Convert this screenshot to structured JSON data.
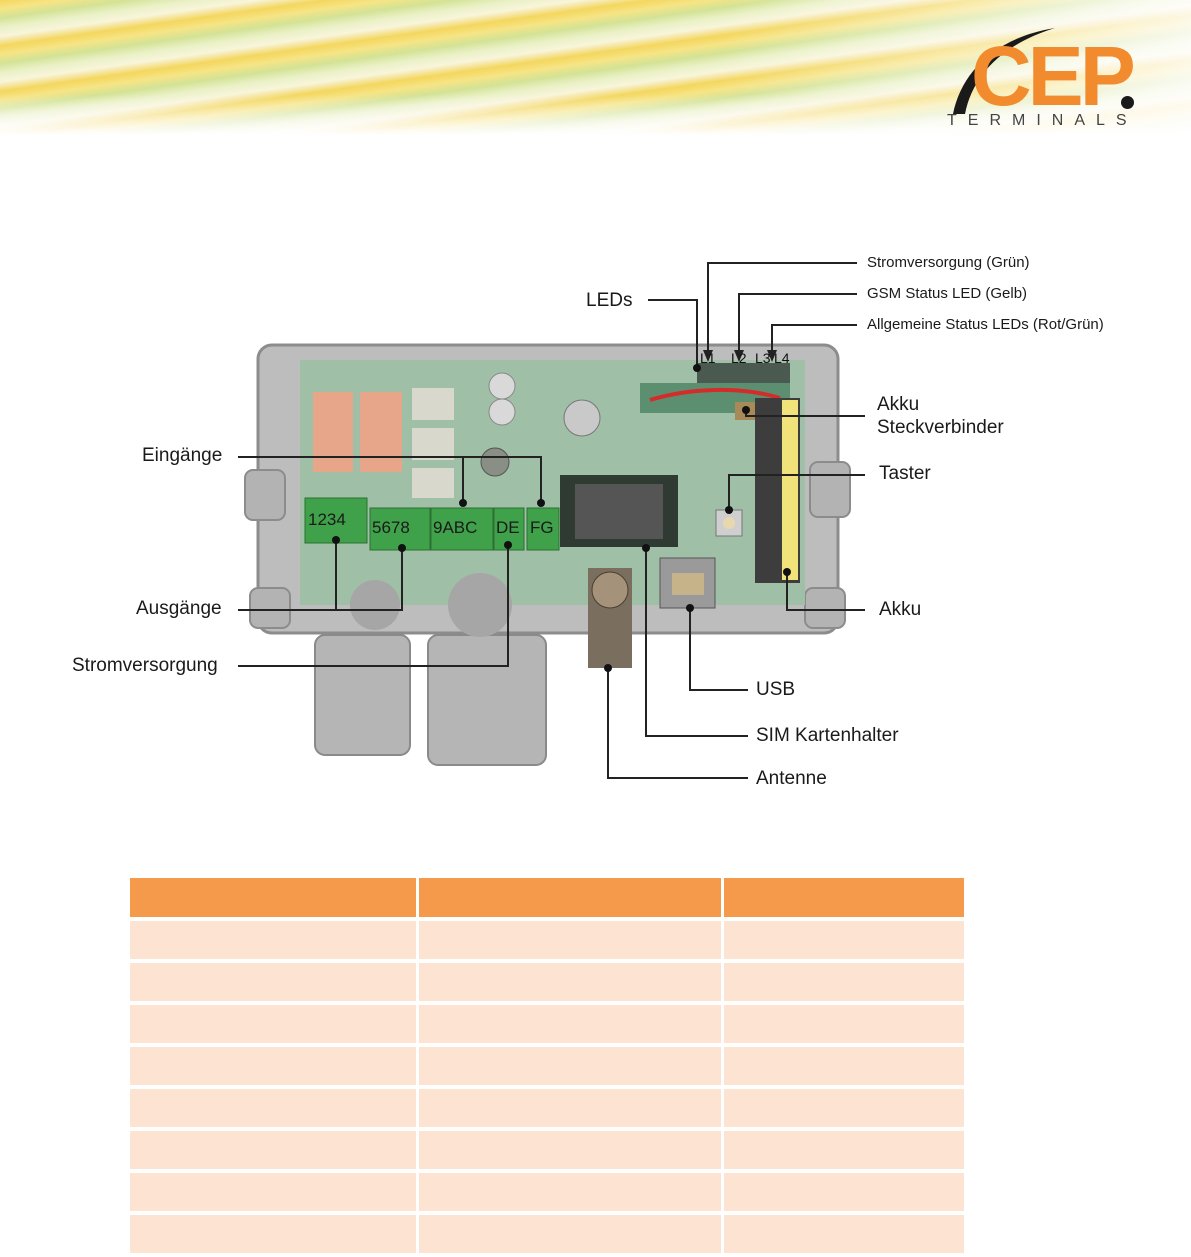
{
  "brand": {
    "name": "CEP",
    "sub": "TERMINALS",
    "colors": {
      "orange": "#f28a2e",
      "table_header": "#f59a4a",
      "table_row": "#fce3d2"
    }
  },
  "diagram": {
    "labels": {
      "leds": "LEDs",
      "strom_gruen": "Stromversorgung (Grün)",
      "gsm_led": "GSM Status LED (Gelb)",
      "allg_led": "Allgemeine Status LEDs (Rot/Grün)",
      "akku_steck_1": "Akku",
      "akku_steck_2": "Steckverbinder",
      "taster": "Taster",
      "akku": "Akku",
      "usb": "USB",
      "sim": "SIM Kartenhalter",
      "antenne": "Antenne",
      "eingaenge": "Eingänge",
      "ausgaenge": "Ausgänge",
      "stromversorgung": "Stromversorgung"
    },
    "led_marks": [
      "L1",
      "L2",
      "L3",
      "L4"
    ],
    "terminal_groups": [
      "1234",
      "5678",
      "9ABC",
      "DE",
      "FG"
    ]
  },
  "table": {
    "headers": [
      "",
      "",
      ""
    ],
    "rows": [
      [
        "",
        "",
        ""
      ],
      [
        "",
        "",
        ""
      ],
      [
        "",
        "",
        ""
      ],
      [
        "",
        "",
        ""
      ],
      [
        "",
        "",
        ""
      ],
      [
        "",
        "",
        ""
      ],
      [
        "",
        "",
        ""
      ],
      [
        "",
        "",
        ""
      ]
    ]
  }
}
